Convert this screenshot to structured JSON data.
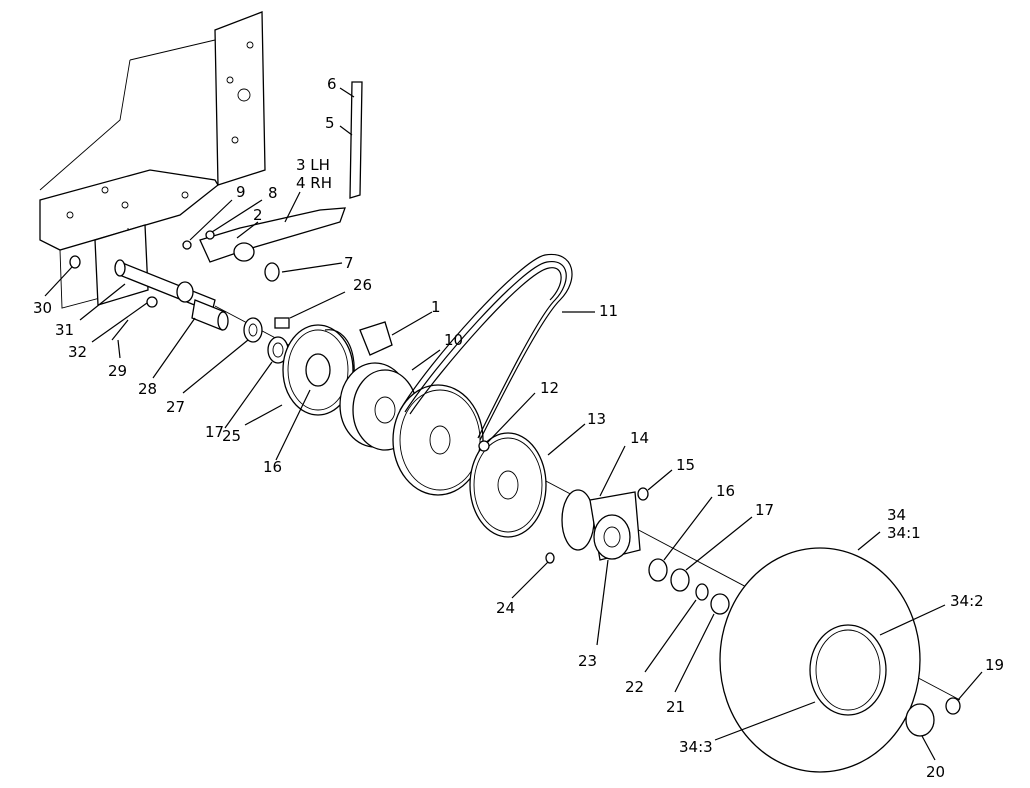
{
  "labels": {
    "l1": "1",
    "l2": "2",
    "l3": "3 LH",
    "l4": "4 RH",
    "l5": "5",
    "l6": "6",
    "l7": "7",
    "l8": "8",
    "l9": "9",
    "l10": "10",
    "l11": "11",
    "l12": "12",
    "l13": "13",
    "l14": "14",
    "l15": "15",
    "l16a": "16",
    "l16b": "16",
    "l17a": "17",
    "l17b": "17",
    "l19": "19",
    "l20": "20",
    "l21": "21",
    "l22": "22",
    "l23": "23",
    "l24": "24",
    "l25": "25",
    "l26": "26",
    "l27": "27",
    "l28": "28",
    "l29": "29",
    "l30": "30",
    "l31": "31",
    "l32": "32",
    "l34": "34",
    "l34_1": "34:1",
    "l34_2": "34:2",
    "l34_3": "34:3"
  }
}
